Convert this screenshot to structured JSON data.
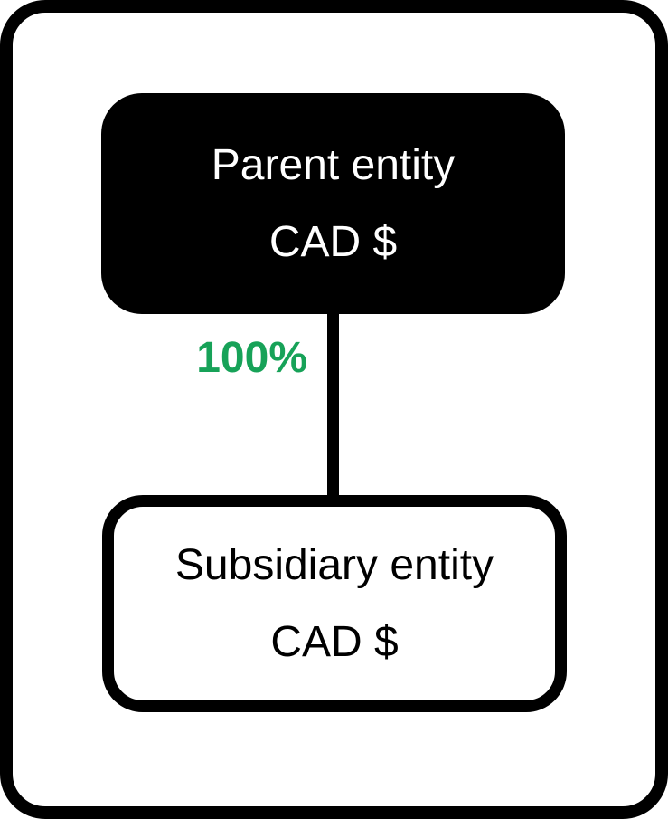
{
  "colors": {
    "frame_border": "#000000",
    "parent_node_bg": "#000000",
    "parent_node_text": "#ffffff",
    "subsidiary_node_bg": "#ffffff",
    "subsidiary_node_border": "#000000",
    "subsidiary_node_text": "#000000",
    "connector": "#000000",
    "ownership_label": "#17a258"
  },
  "diagram": {
    "parent_node": {
      "name": "Parent entity",
      "currency": "CAD $"
    },
    "subsidiary_node": {
      "name": "Subsidiary entity",
      "currency": "CAD $"
    },
    "edge": {
      "ownership_label": "100%"
    }
  }
}
